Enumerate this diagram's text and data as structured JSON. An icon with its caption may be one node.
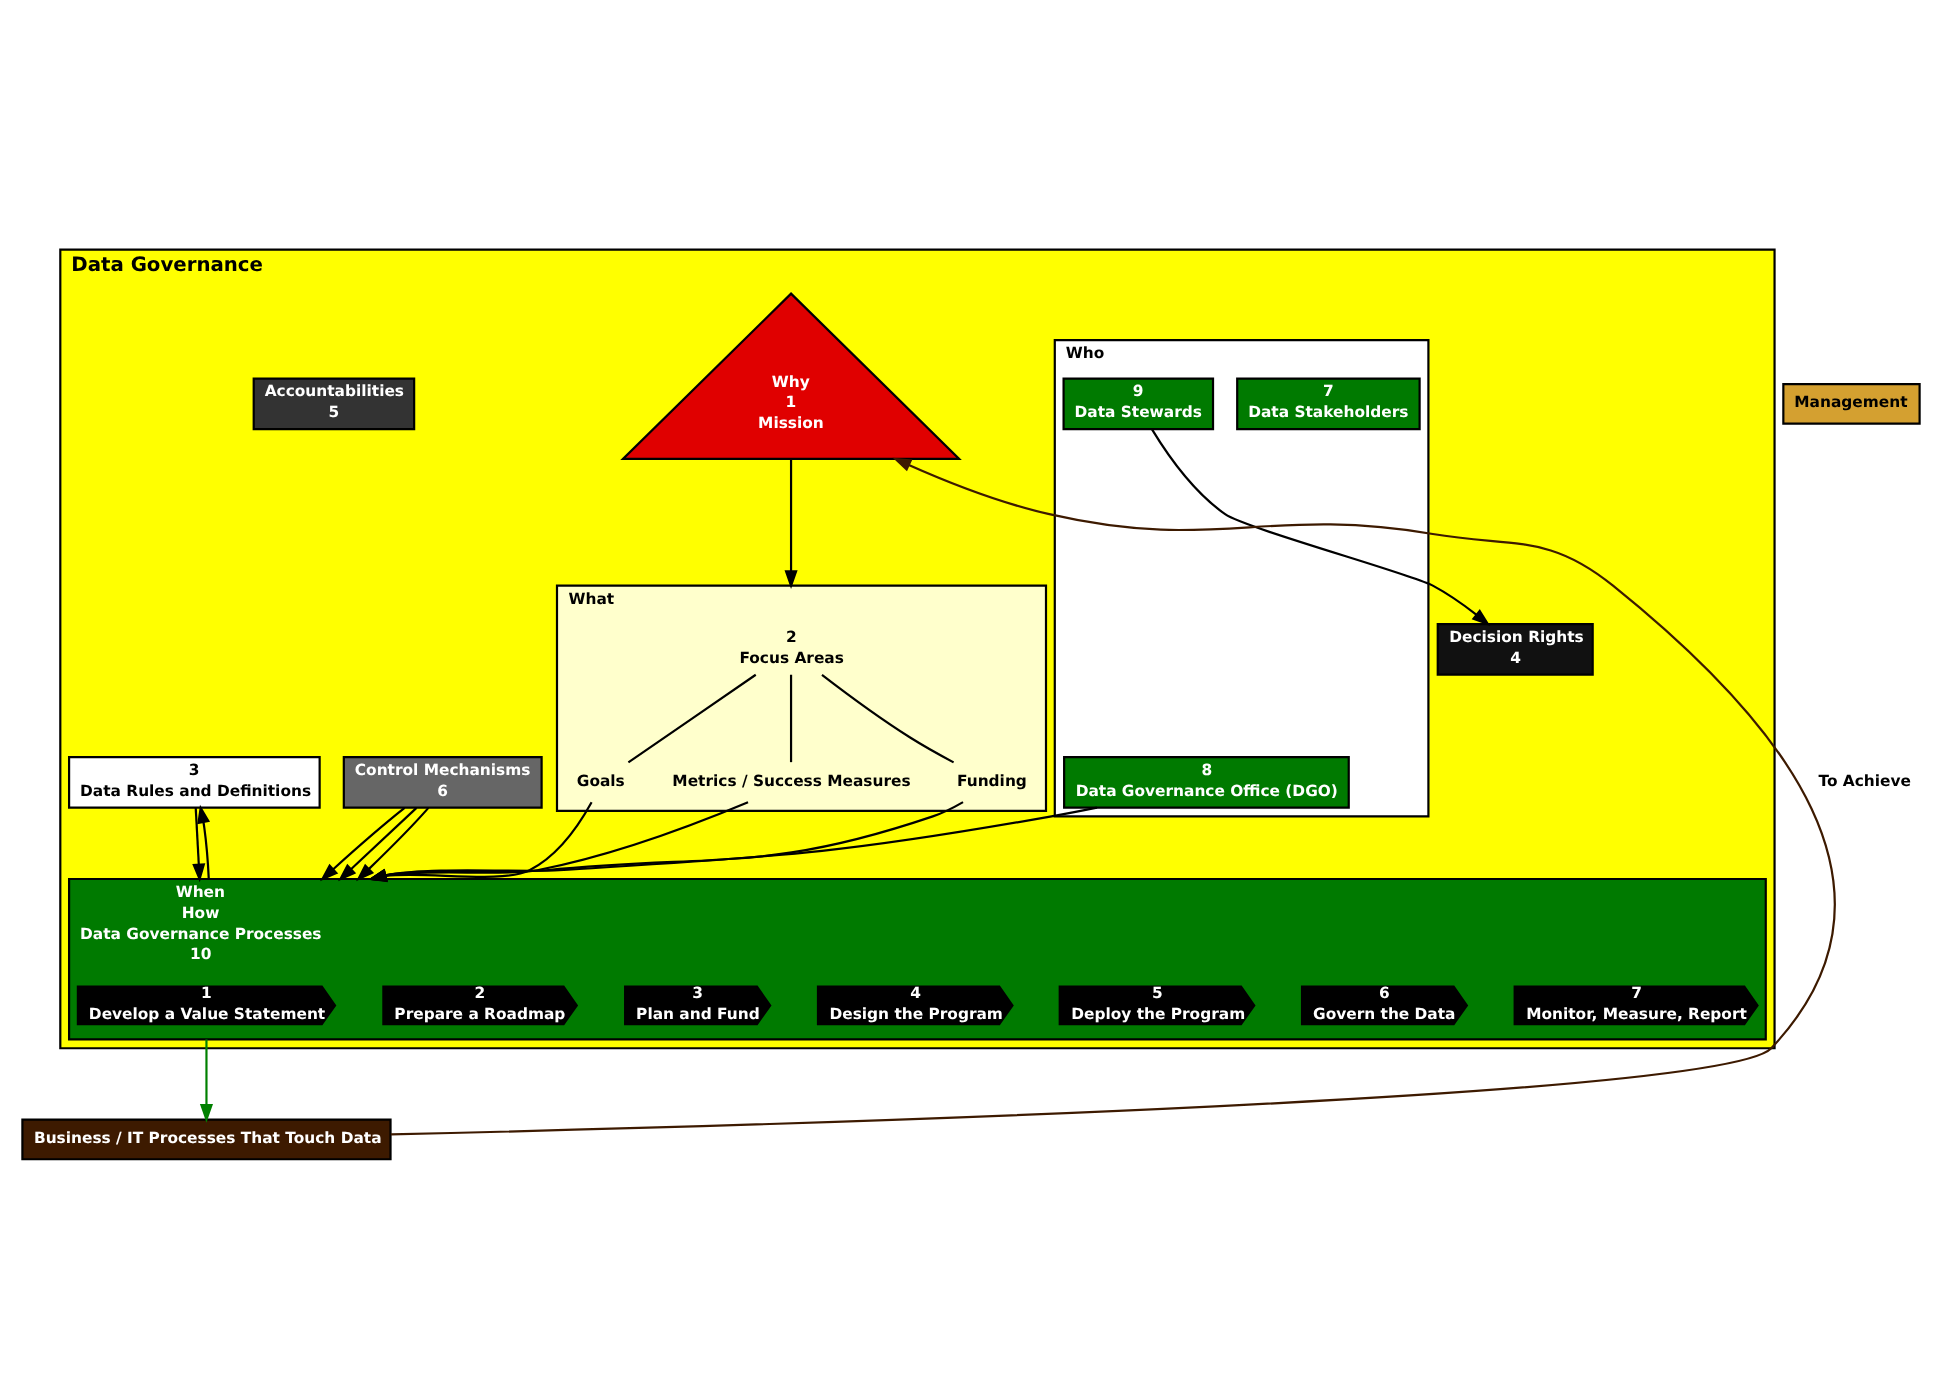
{
  "diagram": {
    "nodes": [
      {
        "text": [
          "Data Governance"
        ]
      },
      {
        "text": [
          "Who"
        ],
        "in": 0
      },
      {
        "text": [
          "7",
          "Data Stakeholders"
        ],
        "in": 1
      },
      {
        "text": [
          "8",
          "Data Governance Office (DGO)"
        ],
        "in": 1
      },
      {
        "text": [
          "9",
          "Data Stewards"
        ],
        "in": 1
      },
      {
        "text": [
          "Why",
          "1",
          "Mission"
        ],
        "in": 0
      },
      {
        "text": [
          "What"
        ],
        "in": 0
      },
      {
        "text": [
          "2",
          "Focus Areas"
        ],
        "in": 6
      },
      {
        "text": [
          "Goals"
        ],
        "in": 6
      },
      {
        "text": [
          "Metrics / Success Measures"
        ],
        "in": 6
      },
      {
        "text": [
          "Funding"
        ],
        "in": 6
      },
      {
        "text": [
          "Decision Rights",
          "4"
        ],
        "in": 0
      },
      {
        "text": [
          "Accountabilities",
          "5"
        ],
        "in": 0
      },
      {
        "text": [
          "Control Mechanisms",
          "6"
        ],
        "in": 0
      },
      {
        "text": [
          "3",
          "Data Rules and Definitions"
        ],
        "in": 0
      },
      {
        "text": [
          "When",
          "How",
          "Data Governance Processes",
          "10"
        ],
        "in": 0
      },
      {
        "text": [
          "1",
          "Develop a Value Statement"
        ],
        "in": 15
      },
      {
        "text": [
          "2",
          "Prepare a Roadmap"
        ],
        "in": 15
      },
      {
        "text": [
          "3",
          "Plan and Fund"
        ],
        "in": 15
      },
      {
        "text": [
          "4",
          "Design the Program"
        ],
        "in": 15
      },
      {
        "text": [
          "5",
          "Deploy the Program"
        ],
        "in": 15
      },
      {
        "text": [
          "6",
          "Govern the Data"
        ],
        "in": 15
      },
      {
        "text": [
          "7",
          "Monitor, Measure, Report"
        ],
        "in": 15
      },
      {
        "text": [
          "Business / IT Processes That Touch Data"
        ]
      },
      {
        "text": [
          "Management"
        ]
      }
    ],
    "edges": [
      {
        "from": 5,
        "to": 6,
        "arrow": "to"
      },
      {
        "from": 7,
        "to": 8,
        "arrow": "none"
      },
      {
        "from": 7,
        "to": 9,
        "arrow": "none"
      },
      {
        "from": 7,
        "to": 10,
        "arrow": "none"
      },
      {
        "from": 4,
        "to": 11,
        "arrow": "to"
      },
      {
        "from": 8,
        "to": 15,
        "arrow": "to"
      },
      {
        "from": 9,
        "to": 15,
        "arrow": "to"
      },
      {
        "from": 10,
        "to": 15,
        "arrow": "to"
      },
      {
        "from": 3,
        "to": 15,
        "arrow": "to"
      },
      {
        "from": 14,
        "to": 15,
        "arrow": "to"
      },
      {
        "from": 13,
        "to": 15,
        "arrow": "to"
      },
      {
        "from": 13,
        "to": 15,
        "arrow": "to"
      },
      {
        "from": 13,
        "to": 15,
        "arrow": "to"
      },
      {
        "from": 15,
        "to": 14,
        "arrow": "to"
      },
      {
        "from": 15,
        "to": 23,
        "arrow": "to",
        "color": "#008000"
      },
      {
        "from": 23,
        "to": 5,
        "arrow": "to",
        "label": "To Achieve",
        "color": "#3d1a00"
      }
    ]
  }
}
